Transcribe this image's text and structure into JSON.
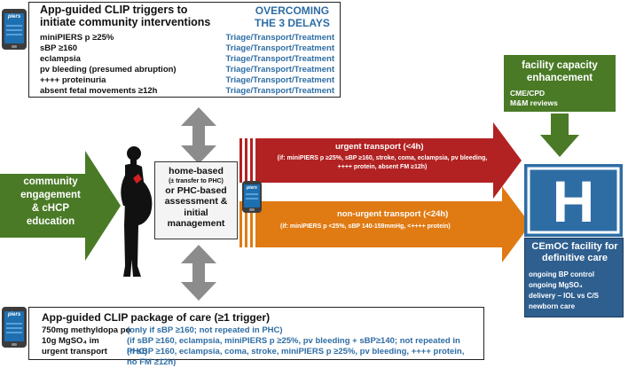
{
  "top_box": {
    "title_line1": "App-guided CLIP triggers to",
    "title_line2": "initiate community interventions",
    "heading_line1": "OVERCOMING",
    "heading_line2": "THE 3 DELAYS",
    "triggers": [
      {
        "label": "miniPIERS p ≥25%",
        "action": "Triage/Transport/Treatment"
      },
      {
        "label": "sBP ≥160",
        "action": "Triage/Transport/Treatment"
      },
      {
        "label": "eclampsia",
        "action": "Triage/Transport/Treatment"
      },
      {
        "label": "pv bleeding (presumed abruption)",
        "action": "Triage/Transport/Treatment"
      },
      {
        "label": "++++ proteinuria",
        "action": "Triage/Transport/Treatment"
      },
      {
        "label": "absent fetal movements ≥12h",
        "action": "Triage/Transport/Treatment"
      }
    ]
  },
  "left_arrow": {
    "line1": "community",
    "line2": "engagement",
    "line3": "& cHCP",
    "line4": "education"
  },
  "center_box": {
    "line1": "home-based",
    "sub1": "(± transfer to PHC)",
    "line2": "or PHC-based",
    "line3": "assessment &",
    "line4": "initial",
    "line5": "management"
  },
  "urgent": {
    "title": "urgent transport (<4h)",
    "detail1": "(if: miniPIERS p ≥25%, sBP ≥160, stroke, coma, eclampsia, pv bleeding,",
    "detail2": "++++ protein, absent FM ≥12h)"
  },
  "non_urgent": {
    "title": "non-urgent transport (<24h)",
    "detail": "(if: miniPIERS p <25%, sBP 140-159mmHg, <++++ protein)"
  },
  "facility_capacity": {
    "title_line1": "facility capacity",
    "title_line2": "enhancement",
    "items": [
      "CME/CPD",
      "M&M reviews"
    ]
  },
  "hospital_sign": {
    "letter": "H"
  },
  "cemoc": {
    "title_line1": "CEmOC facility for",
    "title_line2": "definitive care",
    "items": [
      "ongoing  BP control",
      "ongoing MgSO₄",
      "delivery – IOL vs C/S",
      "newborn care"
    ]
  },
  "bottom_box": {
    "title": "App-guided CLIP package of care (≥1 trigger)",
    "items": [
      {
        "item": "750mg methyldopa po",
        "condition": "(only if sBP ≥160; not repeated in PHC)"
      },
      {
        "item": "10g MgSO₄ im",
        "condition": "(if sBP ≥160, eclampsia, miniPIERS p ≥25%, pv bleeding + sBP≥140; not repeated in PHC)"
      },
      {
        "item": "urgent transport",
        "condition": "(if sBP ≥160, eclampsia, coma, stroke, miniPIERS p ≥25%, pv bleeding, ++++ protein, no FM ≥12h)"
      }
    ]
  },
  "app_logo": "piers",
  "colors": {
    "green": "#4a7a26",
    "red": "#b22222",
    "orange": "#e07a12",
    "blue_hospital": "#2e6da4",
    "blue_text": "#2e6da4",
    "cemoc_blue": "#2e5f8f",
    "gray_arrow": "#8c8c8c"
  },
  "icons": [
    "phone-icon",
    "pregnant-woman-icon",
    "hospital-icon"
  ]
}
